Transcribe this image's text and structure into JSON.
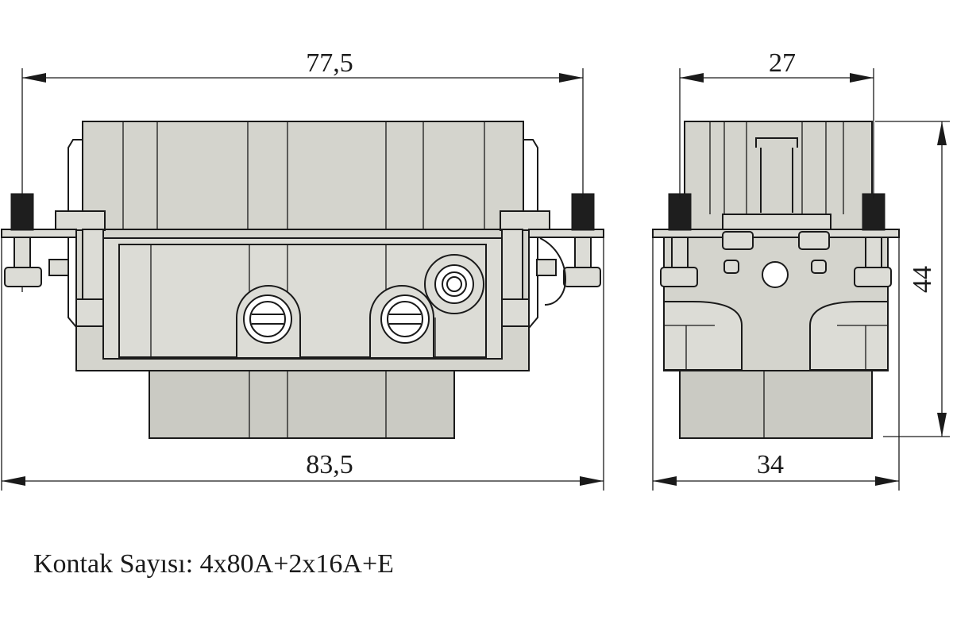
{
  "dimensions": {
    "front_top": "77,5",
    "front_bottom": "83,5",
    "side_top": "27",
    "side_bottom": "34",
    "side_height": "44"
  },
  "caption": "Kontak Sayısı: 4x80A+2x16A+E",
  "colors": {
    "line": "#1a1a1a",
    "body_fill": "#d4d4cd",
    "background": "#ffffff"
  }
}
